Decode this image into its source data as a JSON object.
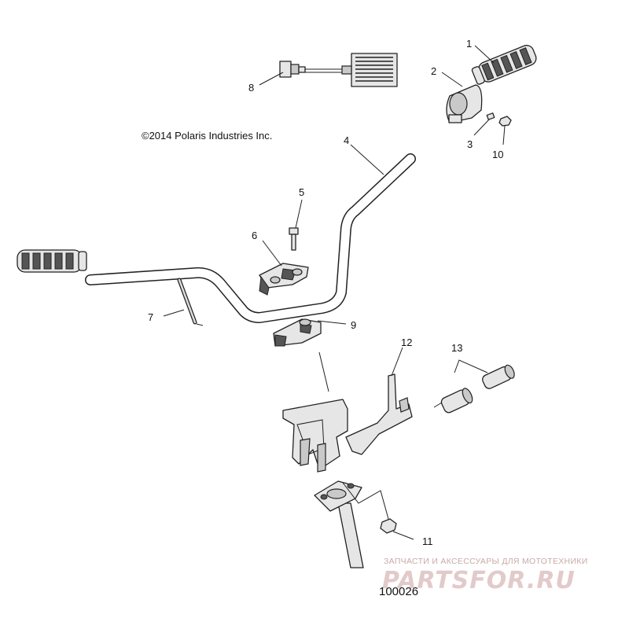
{
  "copyright": "©2014 Polaris Industries Inc.",
  "figure_number": "100026",
  "watermark": {
    "tagline": "ЗАПЧАСТИ И АКСЕССУАРЫ ДЛЯ МОТОТЕХНИКИ",
    "brand": "PARTSFOR.RU"
  },
  "callouts": [
    "1",
    "2",
    "3",
    "4",
    "5",
    "6",
    "7",
    "8",
    "9",
    "10",
    "11",
    "12",
    "13"
  ],
  "parts": [
    {
      "id": "1",
      "icon": "hand-grip-icon"
    },
    {
      "id": "2",
      "icon": "throttle-housing-icon"
    },
    {
      "id": "3",
      "icon": "screw-icon"
    },
    {
      "id": "4",
      "icon": "handlebar-icon"
    },
    {
      "id": "5",
      "icon": "bolt-icon"
    },
    {
      "id": "6",
      "icon": "upper-clamp-icon"
    },
    {
      "id": "7",
      "icon": "brake-rod-icon"
    },
    {
      "id": "8",
      "icon": "heater-element-icon"
    },
    {
      "id": "9",
      "icon": "lower-clamp-icon"
    },
    {
      "id": "10",
      "icon": "nut-icon"
    },
    {
      "id": "11",
      "icon": "lock-nut-icon"
    },
    {
      "id": "12",
      "icon": "mounting-bracket-icon"
    },
    {
      "id": "13",
      "icon": "bar-end-plug-icon"
    }
  ]
}
